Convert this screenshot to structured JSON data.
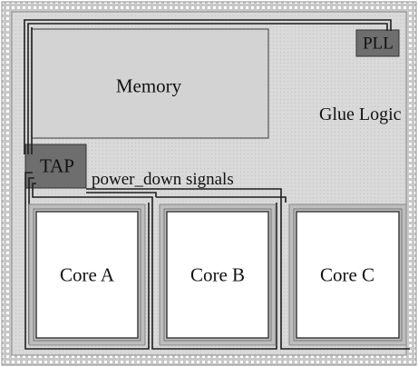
{
  "blocks": {
    "memory": "Memory",
    "pll": "PLL",
    "glue_logic": "Glue Logic",
    "tap": "TAP",
    "power_down": "power_down signals",
    "core_a": "Core A",
    "core_b": "Core B",
    "core_c": "Core C"
  },
  "colors": {
    "chip_fill": "#d9d9d9",
    "memory_fill": "#d3d3d3",
    "dark_block": "#6e6e6e",
    "core_fill": "#ffffff",
    "wire": "#1e1e1e",
    "frame": "#9a9a9a"
  }
}
